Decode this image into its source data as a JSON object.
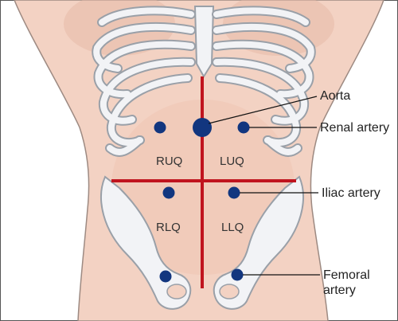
{
  "quadrants": {
    "ruq": "RUQ",
    "luq": "LUQ",
    "rlq": "RLQ",
    "llq": "LLQ"
  },
  "labels": {
    "aorta": "Aorta",
    "renal": "Renal artery",
    "iliac": "Iliac artery",
    "femoral_line1": "Femoral",
    "femoral_line2": "artery"
  },
  "colors": {
    "skin": "#f3d2c3",
    "quadrant_lines": "#c0141e",
    "pulse_points": "#12367f",
    "bone_fill": "#f2f3f6",
    "bone_stroke": "#9aa0a8"
  }
}
